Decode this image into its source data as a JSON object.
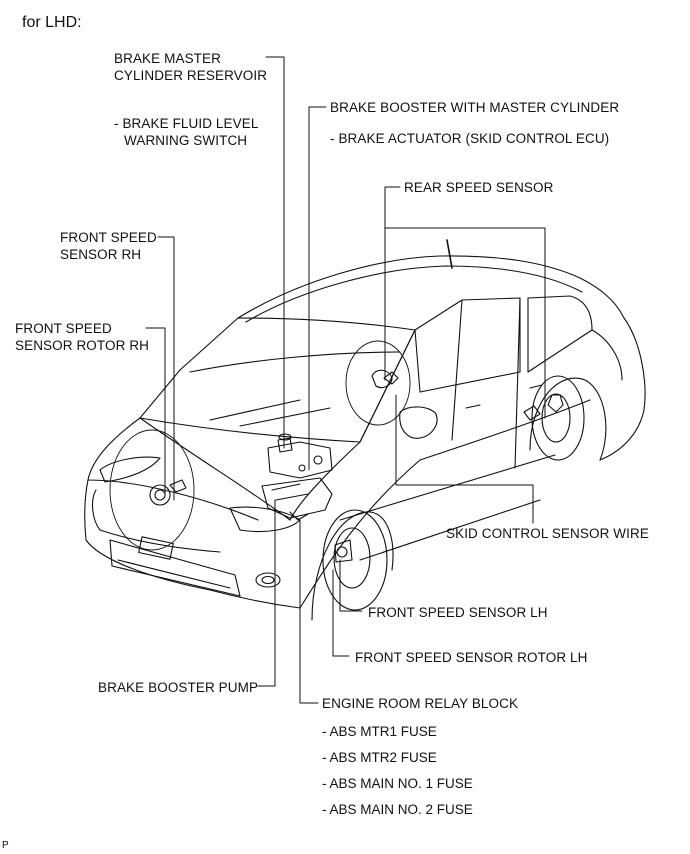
{
  "title": "for LHD:",
  "labels": {
    "master_reservoir": [
      "BRAKE MASTER",
      "CYLINDER RESERVOIR"
    ],
    "fluid_switch": [
      "- BRAKE FLUID LEVEL",
      "WARNING SWITCH"
    ],
    "booster_master": "BRAKE BOOSTER WITH MASTER CYLINDER",
    "actuator": "- BRAKE ACTUATOR (SKID CONTROL ECU)",
    "rear_speed_sensor": "REAR SPEED SENSOR",
    "front_speed_sensor_rh": [
      "FRONT SPEED",
      "SENSOR RH"
    ],
    "front_rotor_rh": [
      "FRONT SPEED",
      "SENSOR ROTOR RH"
    ],
    "skid_wire": "SKID CONTROL SENSOR WIRE",
    "front_speed_sensor_lh": "FRONT SPEED SENSOR LH",
    "front_rotor_lh": "FRONT SPEED SENSOR ROTOR LH",
    "booster_pump": "BRAKE BOOSTER PUMP",
    "relay_block": "ENGINE ROOM RELAY BLOCK",
    "fuses": [
      "- ABS MTR1 FUSE",
      "- ABS MTR2 FUSE",
      "- ABS MAIN NO. 1 FUSE",
      "- ABS MAIN NO. 2 FUSE"
    ]
  },
  "corner_mark": "P"
}
